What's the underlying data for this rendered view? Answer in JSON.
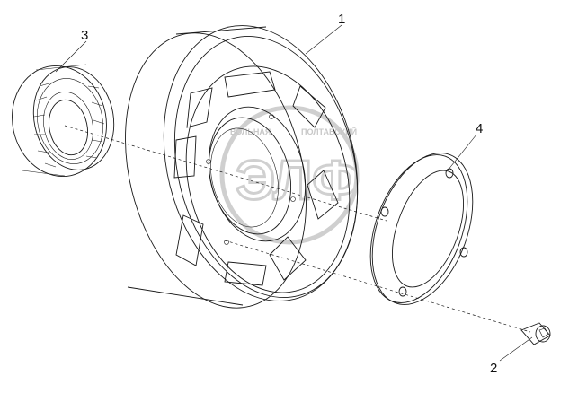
{
  "callouts": [
    {
      "id": "pulley",
      "label": "1"
    },
    {
      "id": "screw",
      "label": "2"
    },
    {
      "id": "bearing",
      "label": "3"
    },
    {
      "id": "cover",
      "label": "4"
    }
  ],
  "watermark": {
    "logo_text": "ЭЛФ",
    "left_text": "ВОЛЬНАЯ",
    "right_text": "ПОЛТАВСКИЙ"
  }
}
